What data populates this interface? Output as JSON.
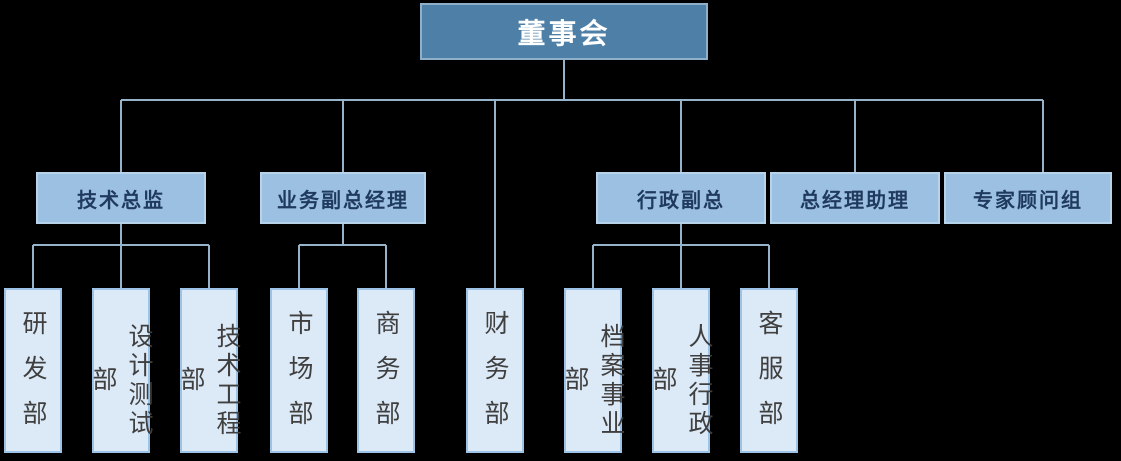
{
  "org": {
    "root_label": "董事会",
    "nodes": [
      {
        "label": "技术总监",
        "children": [
          "研发部",
          "设计测试部",
          "技术工程部"
        ]
      },
      {
        "label": "业务副总经理",
        "children": [
          "市场部",
          "商务部"
        ]
      },
      {
        "label": "财务部",
        "children": []
      },
      {
        "label": "行政副总",
        "children": [
          "档案事业部",
          "人事行政部",
          "客服部"
        ]
      },
      {
        "label": "总经理助理",
        "children": []
      },
      {
        "label": "专家顾问组",
        "children": []
      }
    ]
  },
  "colors": {
    "canvas_bg": "#000000",
    "line": "#96B3C9",
    "root_fill": "#4D7FA7",
    "root_border": "#8FB0CA",
    "root_text": "#FFFFFF",
    "mgr_fill": "#9BC0E2",
    "mgr_border": "#B7D3EA",
    "mgr_text": "#1F3A5C",
    "leaf_fill": "#DCE9F6",
    "leaf_border": "#9CC3E5",
    "leaf_text": "#3F3F3F"
  }
}
